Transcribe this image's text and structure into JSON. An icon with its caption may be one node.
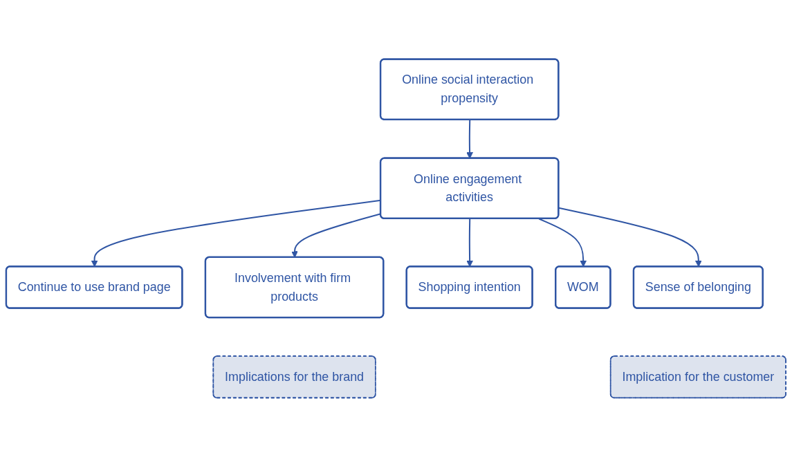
{
  "diagram": {
    "nodes": [
      {
        "text": [
          "Online social interaction propensity"
        ]
      },
      {
        "text": [
          "Online engagement activities"
        ]
      },
      {
        "text": [
          "Continue to use brand page"
        ]
      },
      {
        "text": [
          "Involvement with firm products"
        ]
      },
      {
        "text": [
          "Shopping intention"
        ]
      },
      {
        "text": [
          "WOM"
        ]
      },
      {
        "text": [
          "Sense of belonging"
        ]
      },
      {
        "text": [
          "Implications for the brand"
        ]
      },
      {
        "text": [
          "Implication for the customer"
        ]
      }
    ],
    "edges": [
      {
        "from": 0,
        "to": 1,
        "arrow": "to"
      },
      {
        "from": 1,
        "to": 2,
        "arrow": "to"
      },
      {
        "from": 1,
        "to": 3,
        "arrow": "to"
      },
      {
        "from": 1,
        "to": 4,
        "arrow": "to"
      },
      {
        "from": 1,
        "to": 5,
        "arrow": "to"
      },
      {
        "from": 1,
        "to": 6,
        "arrow": "to"
      }
    ]
  }
}
